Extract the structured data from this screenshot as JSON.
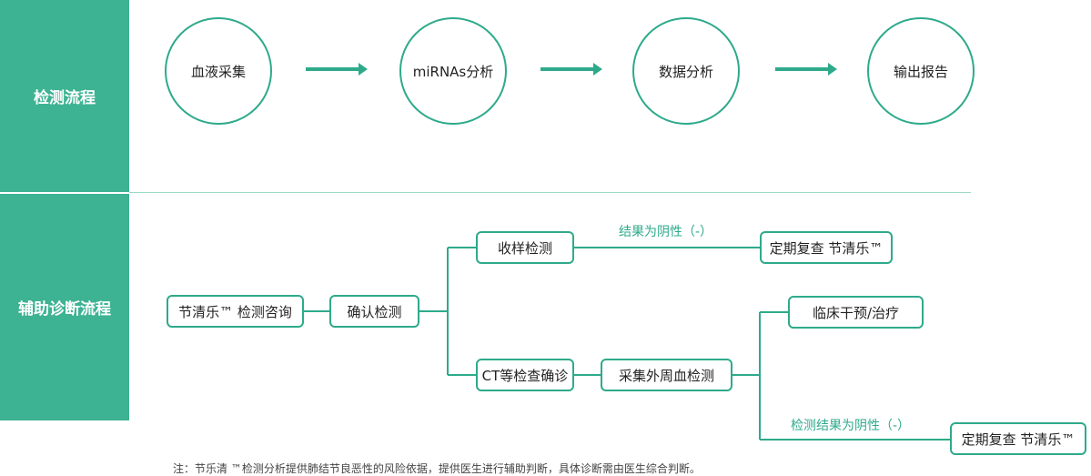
{
  "sidebar": {
    "detection_flow": "检测流程",
    "auxiliary_flow": "辅助诊断流程"
  },
  "flow": {
    "steps": [
      "血液采集",
      "miRNAs分析",
      "数据分析",
      "输出报告"
    ]
  },
  "diagnosis": {
    "consult": "节清乐™ 检测咨询",
    "confirm": "确认检测",
    "sample_test": "收样检测",
    "ct_confirm": "CT等检查确诊",
    "peripheral_blood": "采集外周血检测",
    "recheck_1": "定期复查 节清乐™",
    "intervention": "临床干预/治疗",
    "recheck_2": "定期复查 节清乐™",
    "label_negative_1": "结果为阴性（-）",
    "label_negative_2": "检测结果为阴性（-）"
  },
  "footnote": "注：节乐清 ™检测分析提供肺结节良恶性的风险依据，提供医生进行辅助判断，具体诊断需由医生综合判断。",
  "colors": {
    "accent": "#3db393",
    "line": "#2eaa8b",
    "text": "#222222"
  }
}
